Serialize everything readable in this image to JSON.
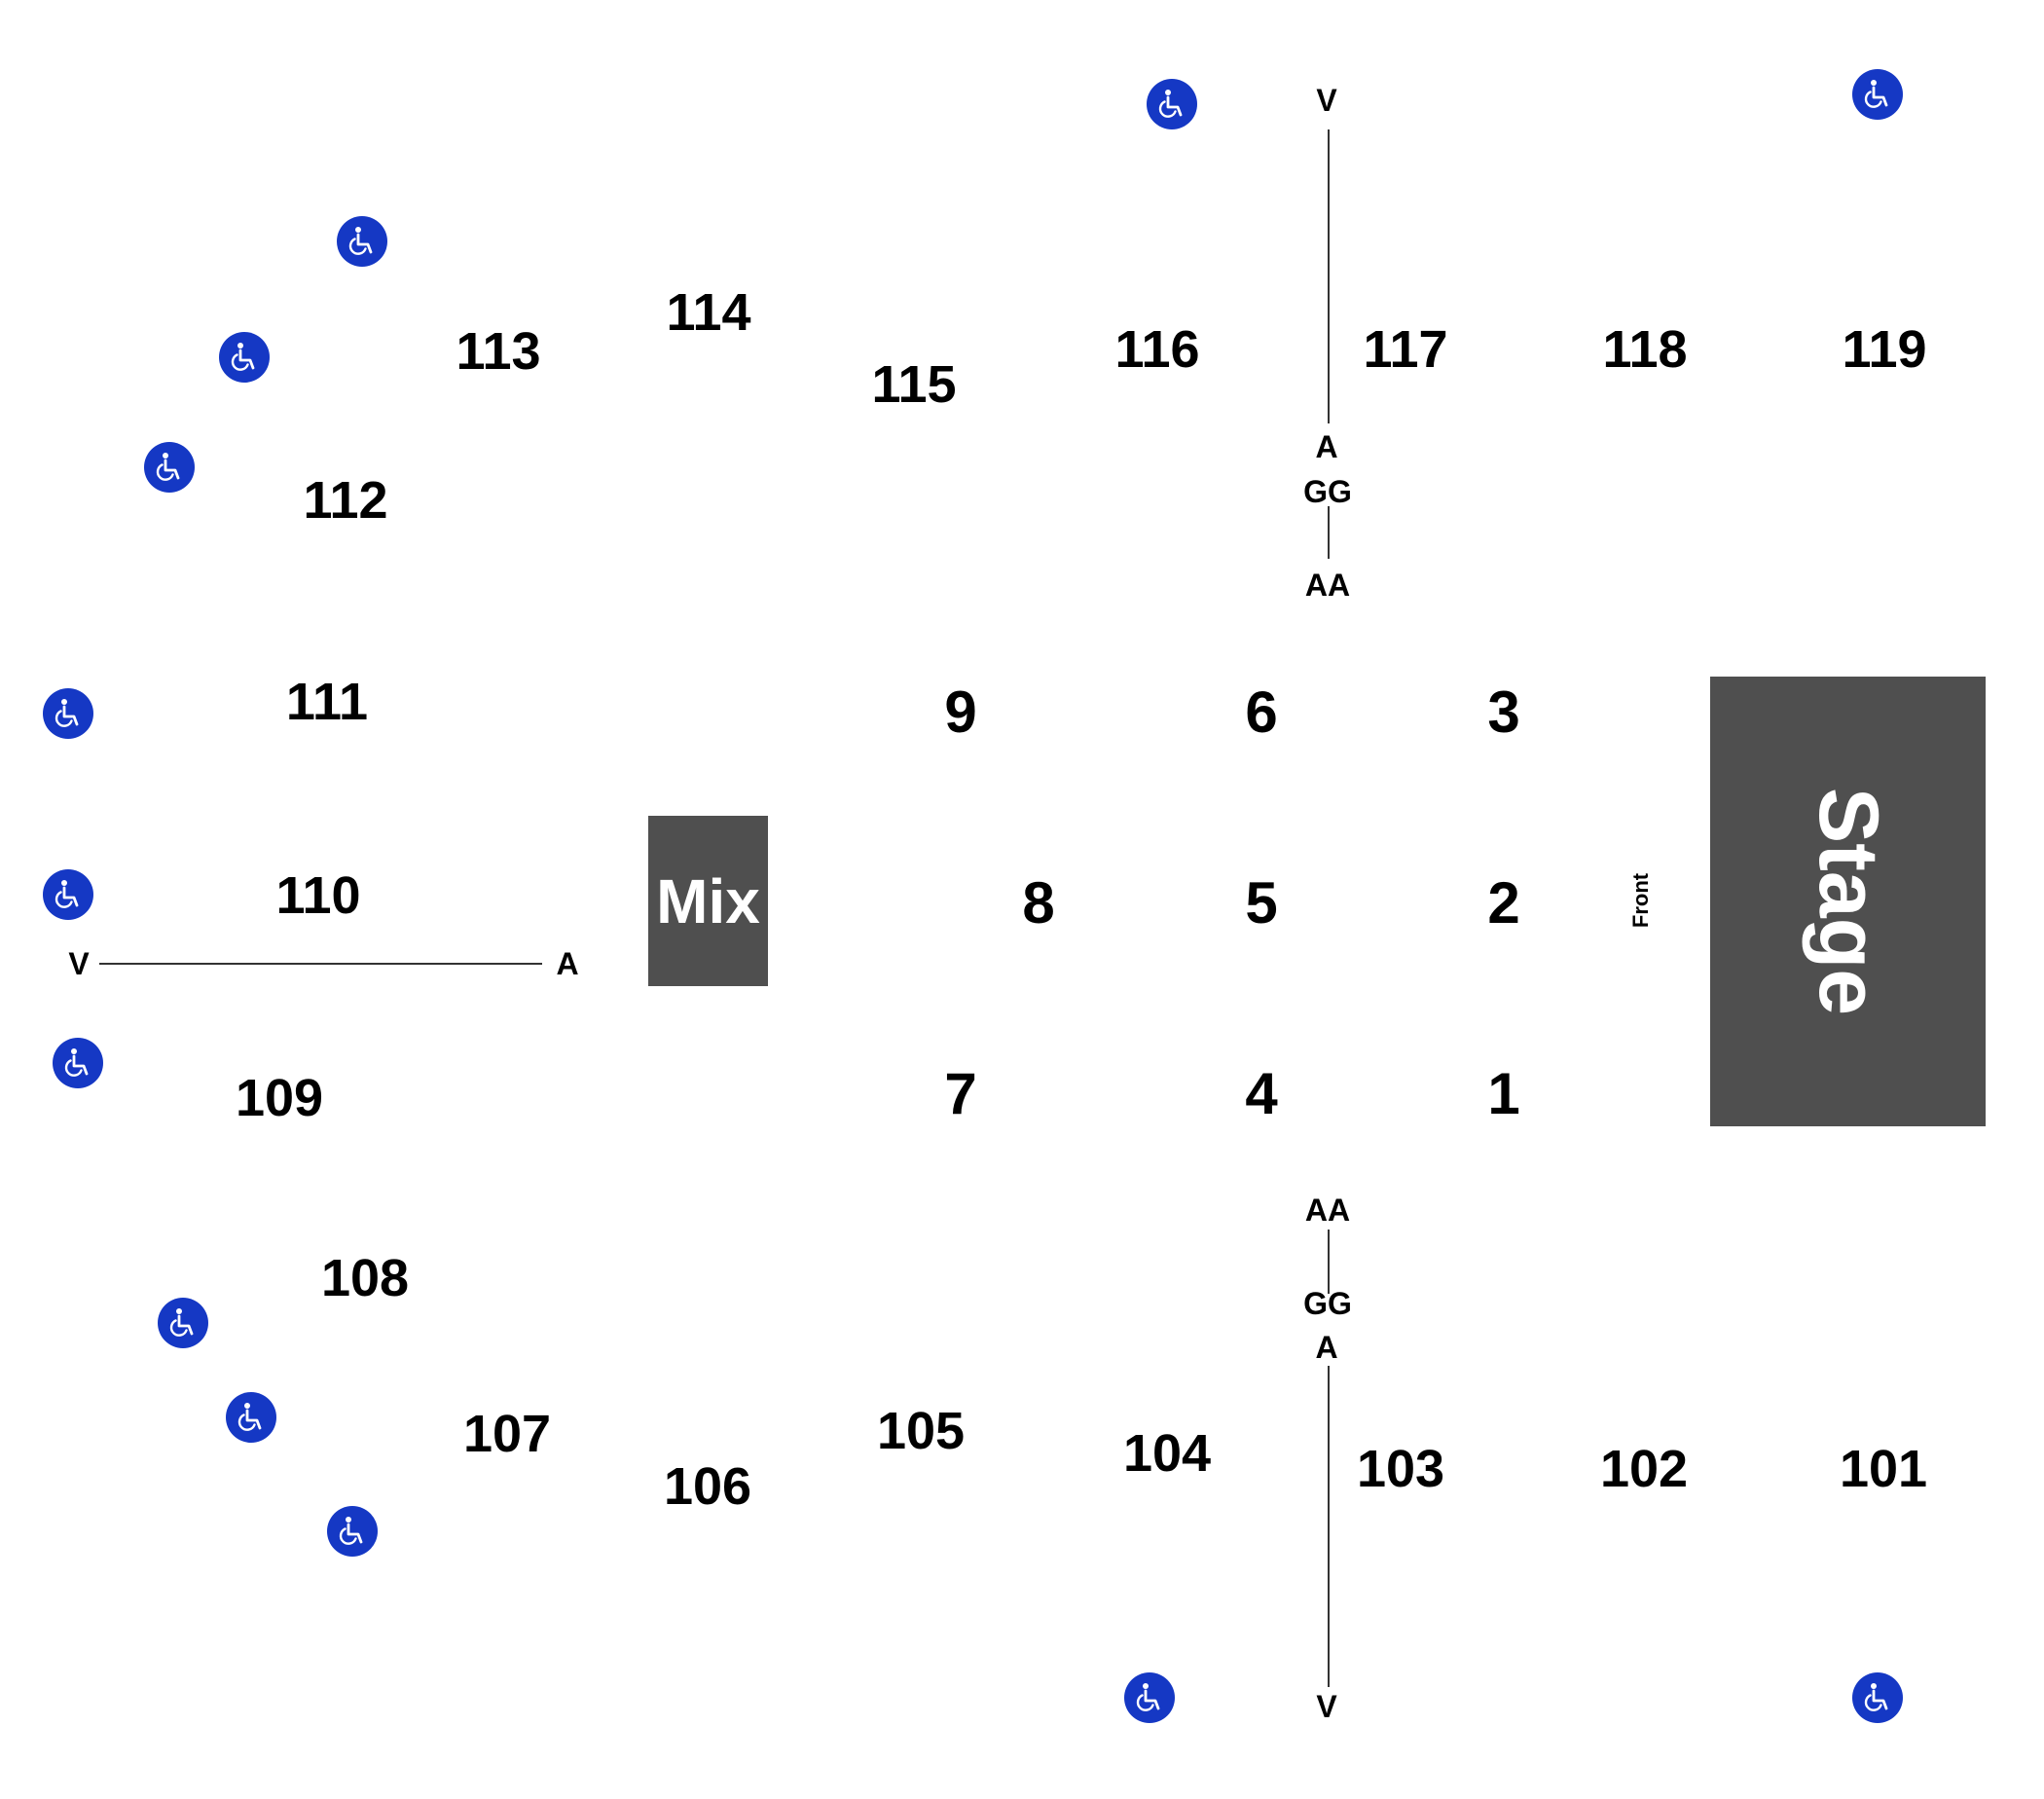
{
  "colors": {
    "ada_blue": "#1538c4",
    "block_gray": "#4f4f4f",
    "line_gray": "#333333"
  },
  "icon": "wheelchair-accessible-icon",
  "stage": {
    "label": "Stage"
  },
  "front": {
    "label": "Front"
  },
  "mix": {
    "label": "Mix"
  },
  "upper_sections": {
    "s101": "101",
    "s102": "102",
    "s103": "103",
    "s104": "104",
    "s105": "105",
    "s106": "106",
    "s107": "107",
    "s108": "108",
    "s109": "109",
    "s110": "110",
    "s111": "111",
    "s112": "112",
    "s113": "113",
    "s114": "114",
    "s115": "115",
    "s116": "116",
    "s117": "117",
    "s118": "118",
    "s119": "119"
  },
  "floor_sections": {
    "f1": "1",
    "f2": "2",
    "f3": "3",
    "f4": "4",
    "f5": "5",
    "f6": "6",
    "f7": "7",
    "f8": "8",
    "f9": "9"
  },
  "row_markers": {
    "top": {
      "v": "V",
      "a": "A",
      "gg": "GG",
      "aa": "AA"
    },
    "bottom": {
      "v": "V",
      "a": "A",
      "gg": "GG",
      "aa": "AA"
    },
    "left": {
      "v": "V",
      "a": "A"
    }
  }
}
